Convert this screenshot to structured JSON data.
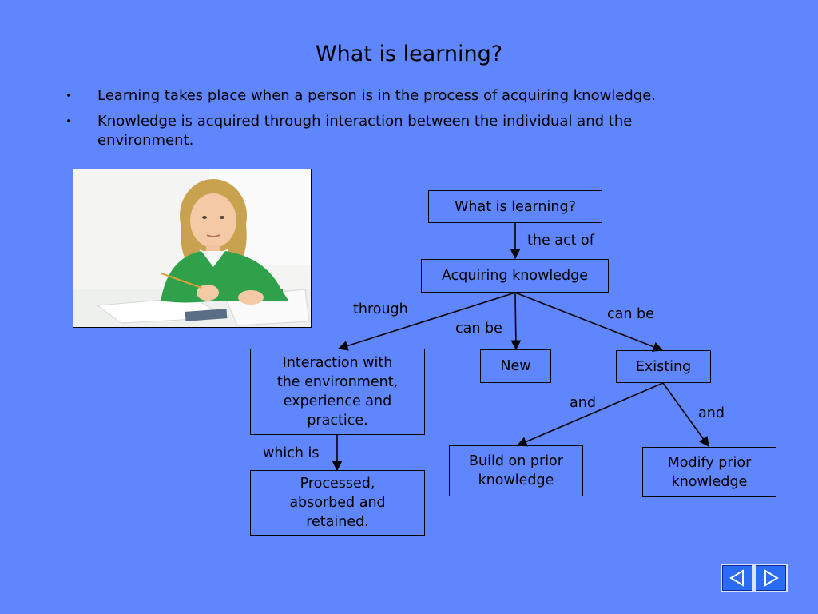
{
  "slide": {
    "title": "What is learning?",
    "bullets": [
      "Learning takes place when a person is in the process of acquiring knowledge.",
      "Knowledge is acquired through interaction between the individual and the environment."
    ]
  },
  "photo": {
    "subject": "student-at-desk"
  },
  "diagram": {
    "nodes": {
      "root": "What is learning?",
      "acquiring": "Acquiring knowledge",
      "interaction": "Interaction with\nthe environment,\nexperience and\npractice.",
      "new": "New",
      "existing": "Existing",
      "processed": "Processed,\nabsorbed and\nretained.",
      "build": "Build on prior\nknowledge",
      "modify": "Modify prior\nknowledge"
    },
    "edge_labels": {
      "the_act_of": "the act of",
      "through": "through",
      "can_be_new": "can be",
      "can_be_existing": "can be",
      "which_is": "which is",
      "and_build": "and",
      "and_modify": "and"
    }
  },
  "nav": {
    "prev_icon": "triangle-left-icon",
    "next_icon": "triangle-right-icon"
  }
}
